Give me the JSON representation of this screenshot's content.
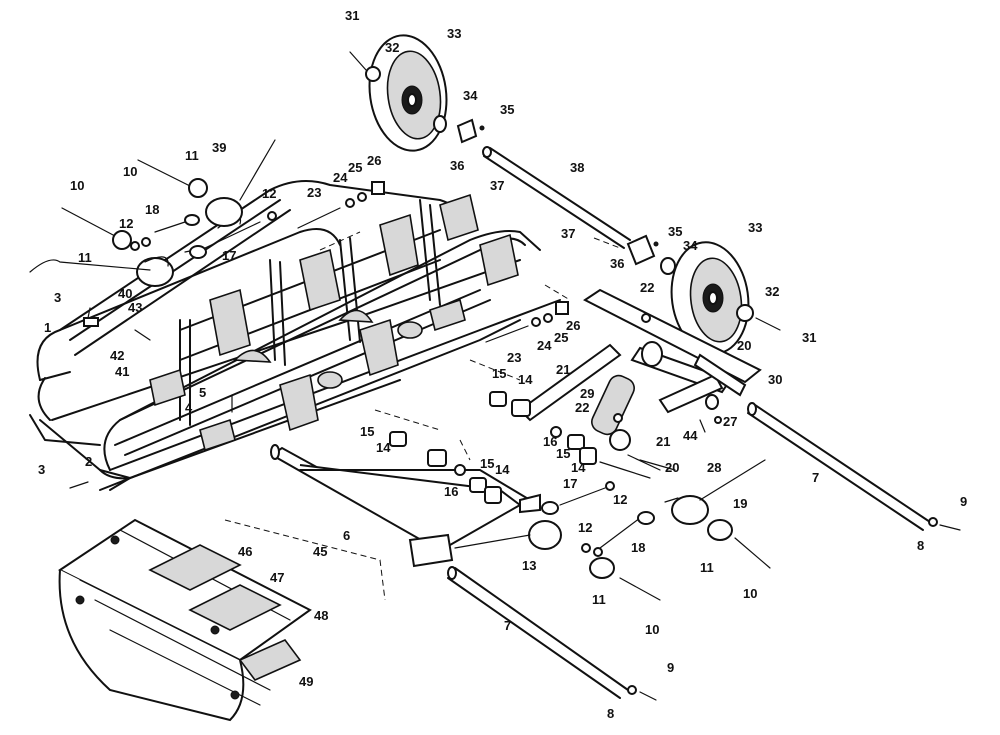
{
  "callouts": [
    {
      "id": "c31a",
      "text": "31"
    },
    {
      "id": "c32a",
      "text": "32"
    },
    {
      "id": "c33a",
      "text": "33"
    },
    {
      "id": "c34a",
      "text": "34"
    },
    {
      "id": "c35a",
      "text": "35"
    },
    {
      "id": "c36a",
      "text": "36"
    },
    {
      "id": "c37a",
      "text": "37"
    },
    {
      "id": "c38",
      "text": "38"
    },
    {
      "id": "c37b",
      "text": "37"
    },
    {
      "id": "c35b",
      "text": "35"
    },
    {
      "id": "c34b",
      "text": "34"
    },
    {
      "id": "c36b",
      "text": "36"
    },
    {
      "id": "c33b",
      "text": "33"
    },
    {
      "id": "c32b",
      "text": "32"
    },
    {
      "id": "c31b",
      "text": "31"
    },
    {
      "id": "c22a",
      "text": "22"
    },
    {
      "id": "c26b",
      "text": "26"
    },
    {
      "id": "c25b",
      "text": "25"
    },
    {
      "id": "c24b",
      "text": "24"
    },
    {
      "id": "c23b",
      "text": "23"
    },
    {
      "id": "c20a",
      "text": "20"
    },
    {
      "id": "c30",
      "text": "30"
    },
    {
      "id": "c21a",
      "text": "21"
    },
    {
      "id": "c29",
      "text": "29"
    },
    {
      "id": "c22b",
      "text": "22"
    },
    {
      "id": "c27",
      "text": "27"
    },
    {
      "id": "c44",
      "text": "44"
    },
    {
      "id": "c28",
      "text": "28"
    },
    {
      "id": "c21b",
      "text": "21"
    },
    {
      "id": "c20b",
      "text": "20"
    },
    {
      "id": "c16a",
      "text": "16"
    },
    {
      "id": "c15a",
      "text": "15"
    },
    {
      "id": "c14a",
      "text": "14"
    },
    {
      "id": "c7a",
      "text": "7"
    },
    {
      "id": "c9a",
      "text": "9"
    },
    {
      "id": "c8a",
      "text": "8"
    },
    {
      "id": "c19",
      "text": "19"
    },
    {
      "id": "c17b",
      "text": "17"
    },
    {
      "id": "c12c",
      "text": "12"
    },
    {
      "id": "c12d",
      "text": "12"
    },
    {
      "id": "c18b",
      "text": "18"
    },
    {
      "id": "c11c",
      "text": "11"
    },
    {
      "id": "c10c",
      "text": "10"
    },
    {
      "id": "c13",
      "text": "13"
    },
    {
      "id": "c11d",
      "text": "11"
    },
    {
      "id": "c10d",
      "text": "10"
    },
    {
      "id": "c7b",
      "text": "7"
    },
    {
      "id": "c9b",
      "text": "9"
    },
    {
      "id": "c8b",
      "text": "8"
    },
    {
      "id": "c6",
      "text": "6"
    },
    {
      "id": "c15b",
      "text": "15"
    },
    {
      "id": "c14b",
      "text": "14"
    },
    {
      "id": "c16b",
      "text": "16"
    },
    {
      "id": "c15c",
      "text": "15"
    },
    {
      "id": "c14c",
      "text": "14"
    },
    {
      "id": "c15d",
      "text": "15"
    },
    {
      "id": "c14d",
      "text": "14"
    },
    {
      "id": "c45",
      "text": "45"
    },
    {
      "id": "c46",
      "text": "46"
    },
    {
      "id": "c47",
      "text": "47"
    },
    {
      "id": "c48",
      "text": "48"
    },
    {
      "id": "c49",
      "text": "49"
    },
    {
      "id": "c10a",
      "text": "10"
    },
    {
      "id": "c11a",
      "text": "11"
    },
    {
      "id": "c39",
      "text": "39"
    },
    {
      "id": "c10b",
      "text": "10"
    },
    {
      "id": "c12a",
      "text": "12"
    },
    {
      "id": "c18a",
      "text": "18"
    },
    {
      "id": "c11b",
      "text": "11"
    },
    {
      "id": "c40",
      "text": "40"
    },
    {
      "id": "c3a",
      "text": "3"
    },
    {
      "id": "c43",
      "text": "43"
    },
    {
      "id": "c1",
      "text": "1"
    },
    {
      "id": "c42",
      "text": "42"
    },
    {
      "id": "c41",
      "text": "41"
    },
    {
      "id": "c5",
      "text": "5"
    },
    {
      "id": "c4",
      "text": "4"
    },
    {
      "id": "c3b",
      "text": "3"
    },
    {
      "id": "c2",
      "text": "2"
    },
    {
      "id": "c23a",
      "text": "23"
    },
    {
      "id": "c24a",
      "text": "24"
    },
    {
      "id": "c25a",
      "text": "25"
    },
    {
      "id": "c26a",
      "text": "26"
    },
    {
      "id": "c12b",
      "text": "12"
    },
    {
      "id": "c17a",
      "text": "17"
    }
  ]
}
